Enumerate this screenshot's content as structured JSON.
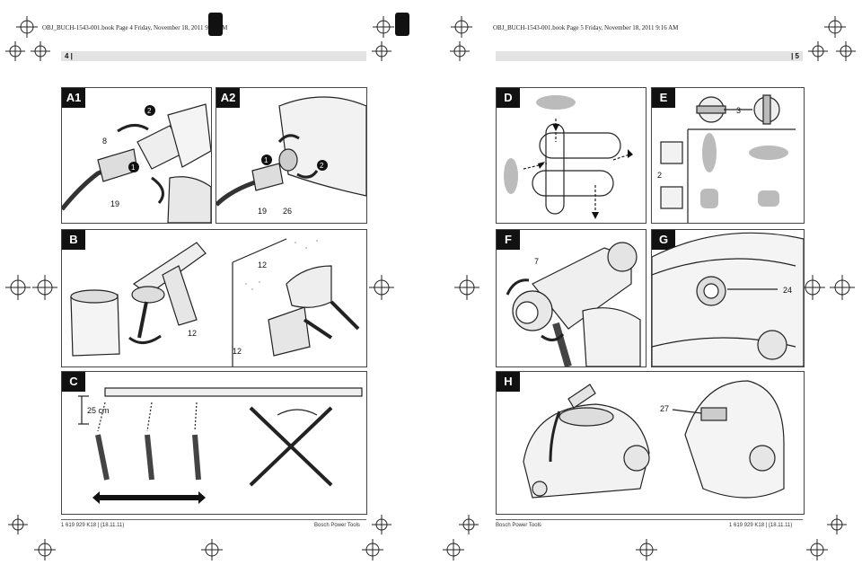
{
  "header": {
    "left_text": "OBJ_BUCH-1543-001.book  Page 4  Friday, November 18, 2011  9:16 AM",
    "right_text": "OBJ_BUCH-1543-001.book  Page 5  Friday, November 18, 2011  9:16 AM"
  },
  "pages": {
    "left_number": "4 |",
    "right_number": "| 5"
  },
  "panels": {
    "A1": {
      "tag": "A1",
      "callouts": [
        "8",
        "2",
        "1",
        "19"
      ]
    },
    "A2": {
      "tag": "A2",
      "callouts": [
        "1",
        "2",
        "19",
        "26"
      ]
    },
    "B": {
      "tag": "B",
      "callouts": [
        "12",
        "12",
        "12"
      ]
    },
    "C": {
      "tag": "C",
      "callouts": [
        "25 cm"
      ]
    },
    "D": {
      "tag": "D"
    },
    "E": {
      "tag": "E",
      "callouts": [
        "3",
        "2"
      ]
    },
    "F": {
      "tag": "F",
      "callouts": [
        "7"
      ]
    },
    "G": {
      "tag": "G",
      "callouts": [
        "24"
      ]
    },
    "H": {
      "tag": "H",
      "callouts": [
        "27"
      ]
    }
  },
  "footer": {
    "left_code": "1 619 929 K18 | (18.11.11)",
    "left_brand": "Bosch Power Tools",
    "right_brand": "Bosch Power Tools",
    "right_code": "1 619 929 K18 | (18.11.11)"
  }
}
